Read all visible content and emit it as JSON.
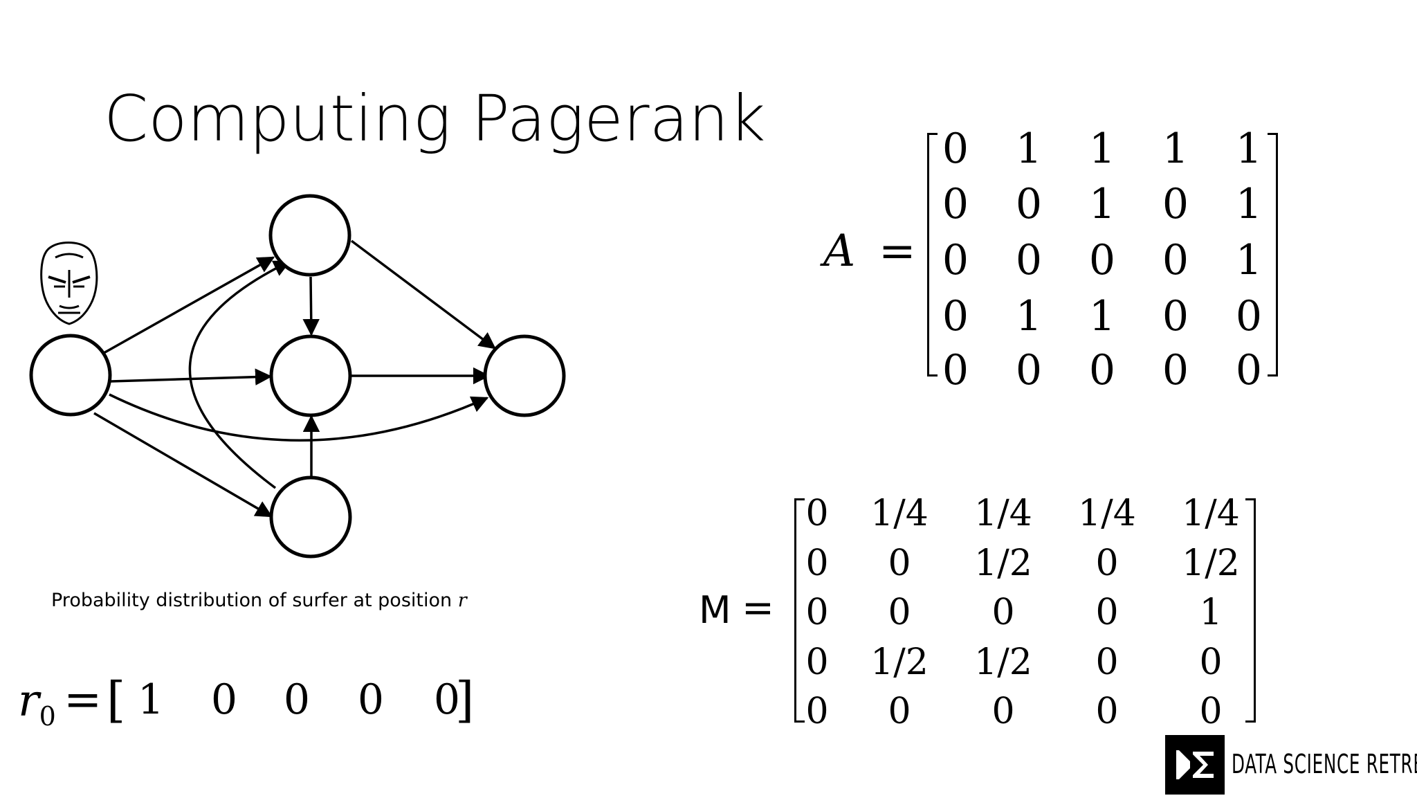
{
  "title": "Computing Pagerank",
  "caption": {
    "text": "Probability distribution of surfer at position ",
    "var": "r"
  },
  "r0": {
    "label": "r",
    "sub": "0",
    "eq": "=",
    "values": [
      "1",
      "0",
      "0",
      "0",
      "0"
    ]
  },
  "matrix_A": {
    "name": "A",
    "eq": "=",
    "rows": [
      [
        "0",
        "1",
        "1",
        "1",
        "1"
      ],
      [
        "0",
        "0",
        "1",
        "0",
        "1"
      ],
      [
        "0",
        "0",
        "0",
        "0",
        "1"
      ],
      [
        "0",
        "1",
        "1",
        "0",
        "0"
      ],
      [
        "0",
        "0",
        "0",
        "0",
        "0"
      ]
    ]
  },
  "matrix_M": {
    "name": "M",
    "eq": "=",
    "rows": [
      [
        "0",
        "1/4",
        "1/4",
        "1/4",
        "1/4"
      ],
      [
        "0",
        "0",
        "1/2",
        "0",
        "1/2"
      ],
      [
        "0",
        "0",
        "0",
        "0",
        "1"
      ],
      [
        "0",
        "1/2",
        "1/2",
        "0",
        "0"
      ],
      [
        "0",
        "0",
        "0",
        "0",
        "0"
      ]
    ]
  },
  "graph": {
    "nodes": [
      "n1",
      "n2",
      "n3",
      "n4",
      "n5"
    ],
    "edges": [
      [
        "n1",
        "n2"
      ],
      [
        "n1",
        "n3"
      ],
      [
        "n1",
        "n4"
      ],
      [
        "n1",
        "n5"
      ],
      [
        "n2",
        "n3"
      ],
      [
        "n2",
        "n5"
      ],
      [
        "n3",
        "n5"
      ],
      [
        "n4",
        "n3"
      ],
      [
        "n4",
        "n2"
      ]
    ],
    "surfer_icon": "face-icon"
  },
  "logo": {
    "text": "DATA SCIENCE RETREAT",
    "icon": "sigma-icon"
  }
}
